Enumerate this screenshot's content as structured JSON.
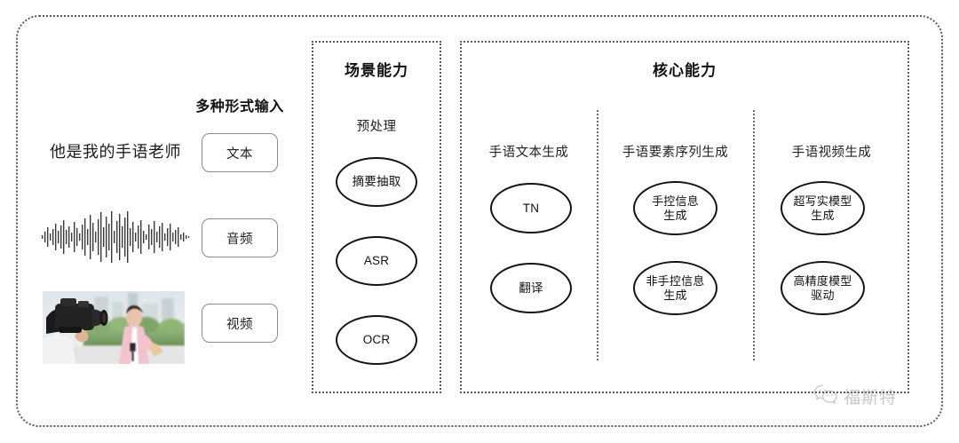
{
  "diagram": {
    "input_section": {
      "heading": "多种形式输入",
      "sample_sentence": "他是我的手语老师",
      "chips": [
        {
          "id": "text",
          "label": "文本"
        },
        {
          "id": "audio",
          "label": "音频"
        },
        {
          "id": "video",
          "label": "视频"
        }
      ],
      "media": {
        "waveform_alt": "audio-waveform",
        "video_thumbnail_alt": "camera-operator-filming-reporter"
      }
    },
    "scene_capability": {
      "title": "场景能力",
      "subtitle": "预处理",
      "nodes": [
        {
          "id": "summary",
          "label": "摘要抽取"
        },
        {
          "id": "asr",
          "label": "ASR"
        },
        {
          "id": "ocr",
          "label": "OCR"
        }
      ]
    },
    "core_capability": {
      "title": "核心能力",
      "columns": [
        {
          "id": "sign-text-generation",
          "subtitle": "手语文本生成",
          "nodes": [
            {
              "id": "tn",
              "line1": "TN",
              "line2": ""
            },
            {
              "id": "translation",
              "line1": "翻译",
              "line2": ""
            }
          ]
        },
        {
          "id": "sign-element-sequence-generation",
          "subtitle": "手语要素序列生成",
          "nodes": [
            {
              "id": "manual-info",
              "line1": "手控信息",
              "line2": "生成"
            },
            {
              "id": "non-manual-info",
              "line1": "非手控信息",
              "line2": "生成"
            }
          ]
        },
        {
          "id": "sign-video-generation",
          "subtitle": "手语视频生成",
          "nodes": [
            {
              "id": "hyperrealistic-model",
              "line1": "超写实模型",
              "line2": "生成"
            },
            {
              "id": "high-precision-model",
              "line1": "高精度模型",
              "line2": "驱动"
            }
          ]
        }
      ]
    },
    "watermark": {
      "icon": "wechat-icon",
      "text": "福斯特"
    },
    "colors": {
      "frame_border": "#5b5b5b",
      "node_border": "#141414",
      "chip_border": "#8a8a8a",
      "text": "#111111",
      "watermark": "#7d7d7d",
      "background": "#ffffff"
    }
  }
}
